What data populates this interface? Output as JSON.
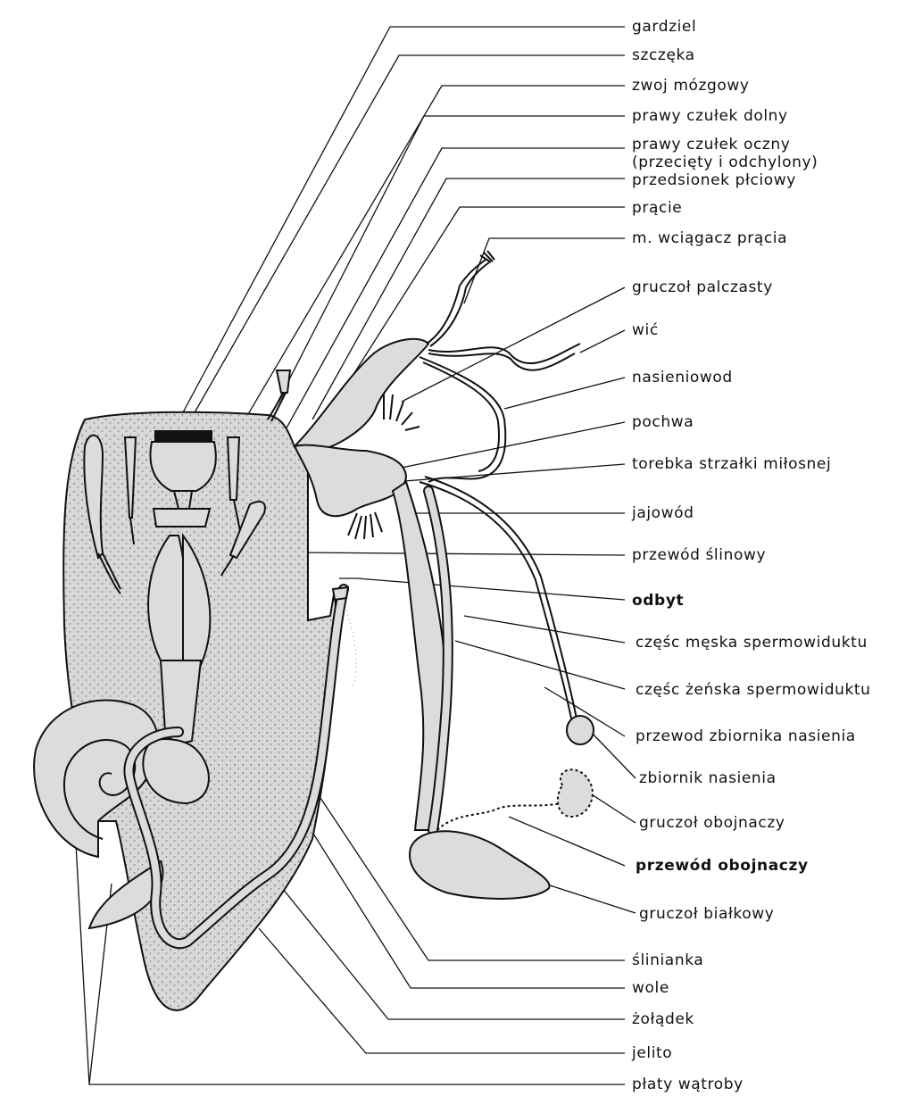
{
  "labels": {
    "gardziel": "gardziel",
    "szczeka": "szczęka",
    "zwoj_mozgowy": "zwoj mózgowy",
    "prawy_czulek_dolny": "prawy czułek dolny",
    "prawy_czulek_oczny_1": "prawy czułek oczny",
    "prawy_czulek_oczny_2": "(przecięty i odchylony)",
    "przedsionek_plciowy": "przedsionek płciowy",
    "pracie": "prącie",
    "wciagacz_pracia": "m. wciągacz prącia",
    "gruczol_palczasty": "gruczoł palczasty",
    "wic": "wić",
    "nasieniowod": "nasieniowod",
    "pochwa": "pochwa",
    "torebka": "torebka strzałki miłosnej",
    "jajowod": "jajowód",
    "przewod_slinowy": "przewód ślinowy",
    "odbyt": "odbyt",
    "czesc_meska": "częśc męska spermowiduktu",
    "czesc_zenska": "częśc żeńska spermowiduktu",
    "przewod_zbiornika": "przewod zbiornika nasienia",
    "zbiornik": "zbiornik nasienia",
    "gruczol_obojnaczy": "gruczoł obojnaczy",
    "przewod_obojnaczy": "przewód obojnaczy",
    "gruczol_bialkowy": "gruczoł białkowy",
    "slinianka": "ślinianka",
    "wole": "wole",
    "zoladek": "żołądek",
    "jelito": "jelito",
    "platy_watroby": "płaty wątroby"
  },
  "colors": {
    "ink": "#111111",
    "organ_fill": "#dcdcdc",
    "background": "#ffffff"
  }
}
